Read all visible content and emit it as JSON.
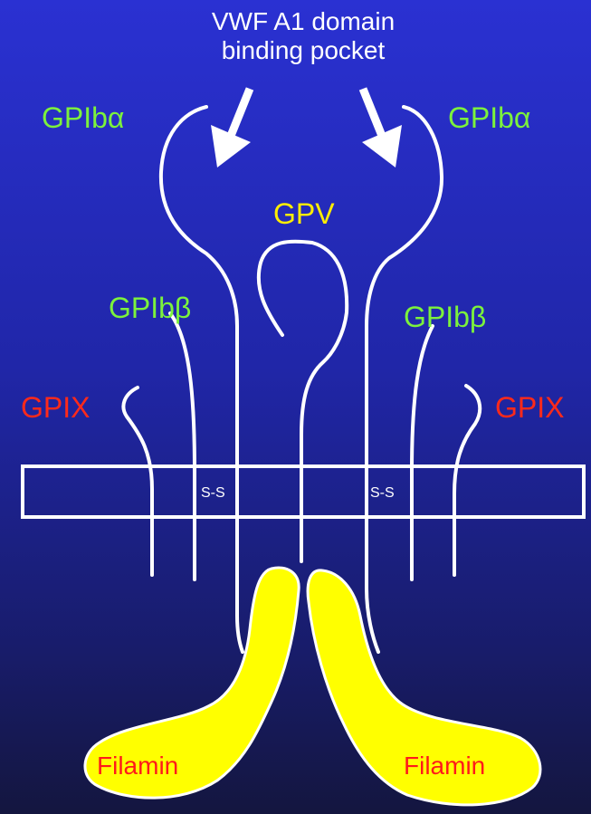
{
  "title": {
    "line1": "VWF A1 domain",
    "line2": "binding pocket"
  },
  "labels": {
    "gpib_alpha_left": "GPIbα",
    "gpib_alpha_right": "GPIbα",
    "gpv": "GPV",
    "gpib_beta_left": "GPIbβ",
    "gpib_beta_right": "GPIbβ",
    "gpix_left": "GPIX",
    "gpix_right": "GPIX",
    "ss_left": "S-S",
    "ss_right": "S-S",
    "filamin_left": "Filamin",
    "filamin_right": "Filamin"
  },
  "colors": {
    "chain": "#ffffff",
    "membrane": "#ffffff",
    "filamin_fill": "#ffff00",
    "gpib_label": "#7cf23c",
    "gpv_label": "#ffee00",
    "gpix_label": "#ff2a1a",
    "filamin_label": "#ff1a1a"
  }
}
